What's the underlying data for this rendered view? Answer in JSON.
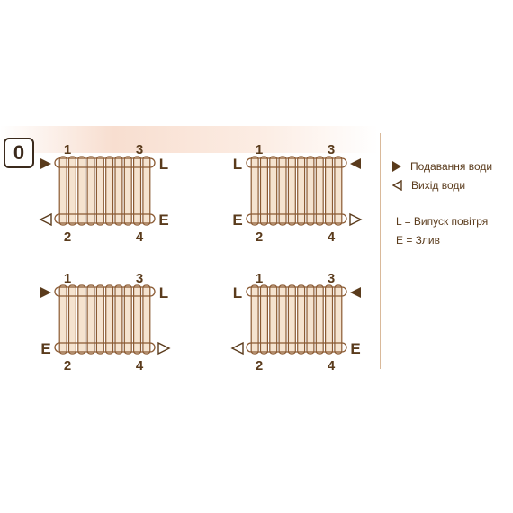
{
  "badge": "0",
  "legend": {
    "supply": "Подавання води",
    "return": "Вихід води",
    "air_vent": "L = Випуск повітря",
    "drain": "E = Злив"
  },
  "diagrams": [
    {
      "n1": "1",
      "n2": "2",
      "n3": "3",
      "n4": "4",
      "left_top": "▶",
      "right_top": "L",
      "left_bottom": "◁",
      "right_bottom": "E"
    },
    {
      "n1": "1",
      "n2": "2",
      "n3": "3",
      "n4": "4",
      "left_top": "L",
      "right_top": "◀",
      "left_bottom": "E",
      "right_bottom": "▷"
    },
    {
      "n1": "1",
      "n2": "2",
      "n3": "3",
      "n4": "4",
      "left_top": "▶",
      "right_top": "L",
      "left_bottom": "E",
      "right_bottom": "▷"
    },
    {
      "n1": "1",
      "n2": "2",
      "n3": "3",
      "n4": "4",
      "left_top": "L",
      "right_top": "◀",
      "left_bottom": "◁",
      "right_bottom": "E"
    }
  ],
  "colors": {
    "ink": "#5a3b1c",
    "radiator": "#8a5a33",
    "radiator_fill": "#f5e3cf"
  }
}
